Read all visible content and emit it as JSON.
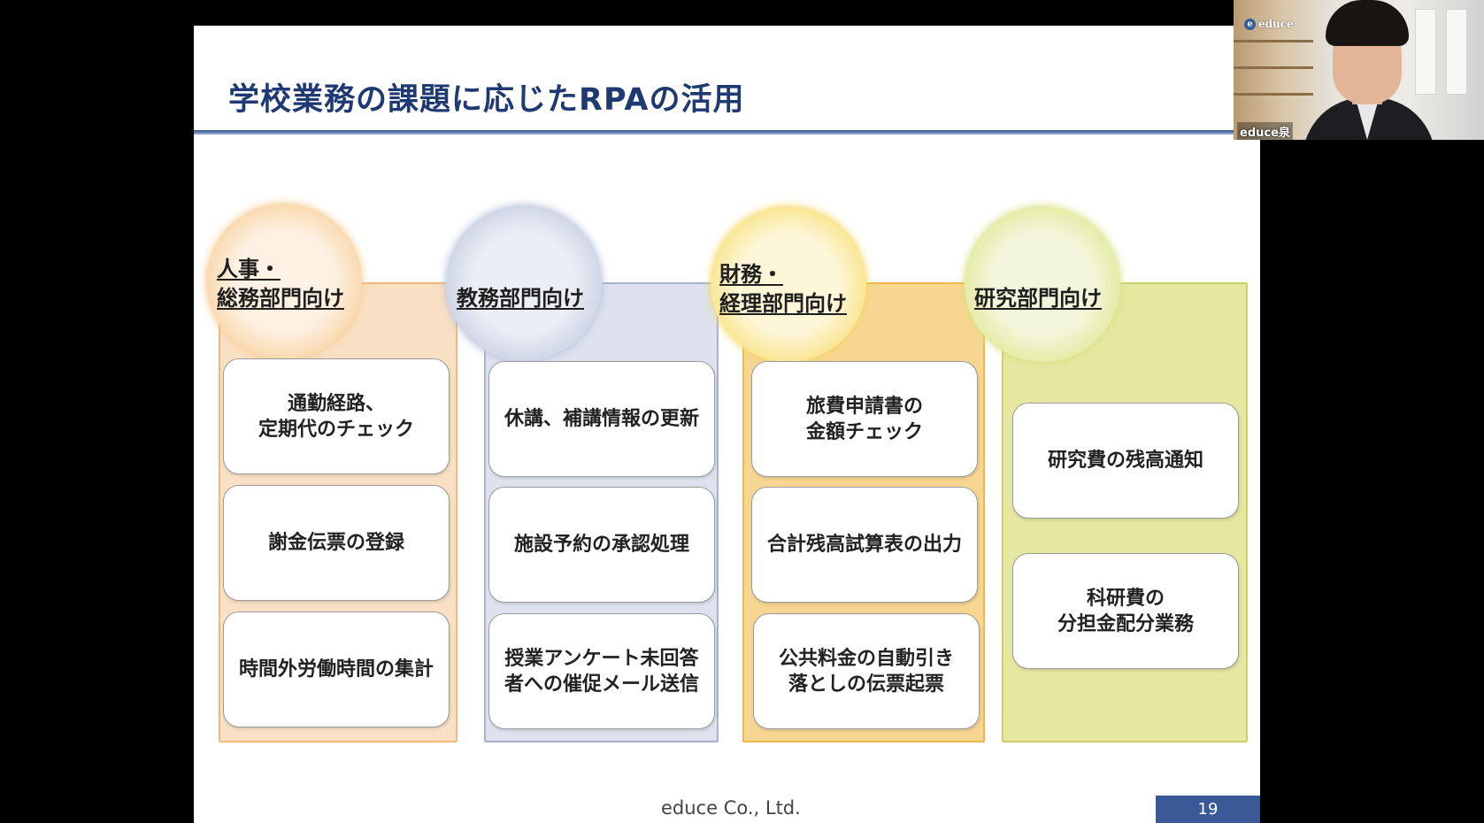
{
  "slide": {
    "title": "学校業務の課題に応じたRPAの活用",
    "departments": [
      {
        "id": "hr",
        "label_lines": [
          "人事・",
          "総務部門向け"
        ],
        "cards": [
          [
            "通勤経路、",
            "定期代のチェック"
          ],
          [
            "謝金伝票の登録"
          ],
          [
            "時間外労働時間の集計"
          ]
        ]
      },
      {
        "id": "edu",
        "label_lines": [
          "教務部門向け"
        ],
        "cards": [
          [
            "休講、補講情報の更新"
          ],
          [
            "施設予約の承認処理"
          ],
          [
            "授業アンケート未回答",
            "者への催促メール送信"
          ]
        ]
      },
      {
        "id": "fin",
        "label_lines": [
          "財務・",
          "経理部門向け"
        ],
        "cards": [
          [
            "旅費申請書の",
            "金額チェック"
          ],
          [
            "合計残高試算表の出力"
          ],
          [
            "公共料金の自動引き",
            "落としの伝票起票"
          ]
        ]
      },
      {
        "id": "res",
        "label_lines": [
          "研究部門向け"
        ],
        "cards": [
          [
            "研究費の残高通知"
          ],
          [
            "科研費の",
            "分担金配分業務"
          ]
        ]
      }
    ],
    "footer": {
      "company": "educe Co., Ltd.",
      "page_number": "19"
    }
  },
  "webcam": {
    "logo_letter": "e",
    "logo_text": "educe",
    "participant_name": "educe泉"
  },
  "colors": {
    "title": "#1f3a72",
    "page_badge": "#3b5897",
    "hr": "#f9e0c4",
    "edu": "#dde2ee",
    "fin": "#f7d692",
    "res": "#e6e7a1"
  }
}
